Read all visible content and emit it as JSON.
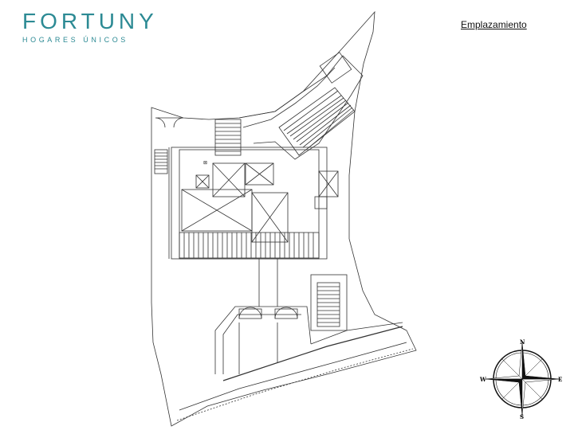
{
  "logo": {
    "brand": "FORTUNY",
    "tagline": "HOGARES ÚNICOS"
  },
  "title": "Emplazamiento",
  "compass": {
    "north": "N",
    "south": "S",
    "east": "E",
    "west": "W"
  },
  "colors": {
    "brand": "#2c8a94",
    "line": "#333333"
  }
}
